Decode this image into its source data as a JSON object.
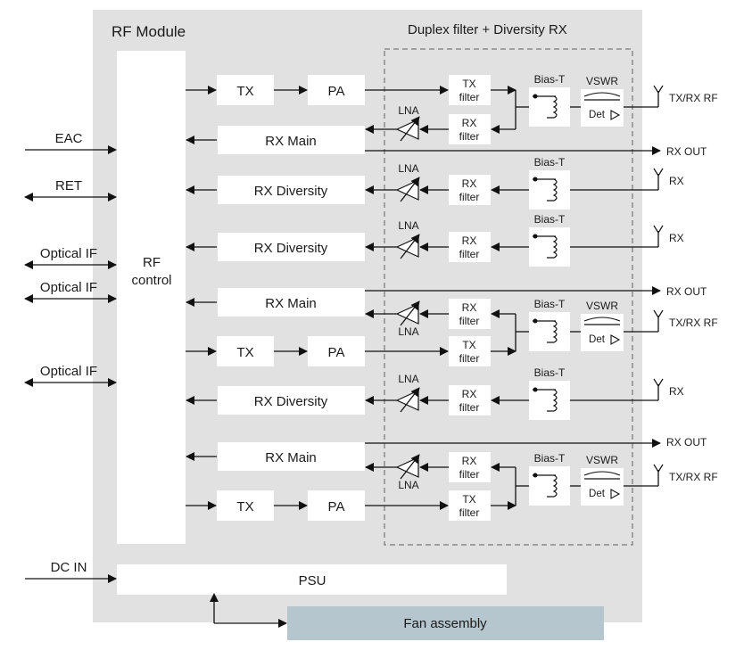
{
  "module_title": "RF Module",
  "duplex_title": "Duplex filter + Diversity RX",
  "rf_control": {
    "line1": "RF",
    "line2": "control"
  },
  "left_ios": [
    "EAC",
    "RET",
    "Optical IF",
    "Optical IF",
    "Optical IF",
    "DC IN"
  ],
  "tx_label": "TX",
  "pa_label": "PA",
  "rx_main_label": "RX Main",
  "rx_div_label": "RX Diversity",
  "lna_label": "LNA",
  "tx_filter": {
    "line1": "TX",
    "line2": "filter"
  },
  "rx_filter": {
    "line1": "RX",
    "line2": "filter"
  },
  "bias_t_label": "Bias-T",
  "vswr_label": "VSWR",
  "det_label": "Det",
  "antenna_labels": {
    "txrx": "TX/RX RF",
    "rx": "RX"
  },
  "rx_out_label": "RX OUT",
  "psu_label": "PSU",
  "fan_label": "Fan assembly",
  "colors": {
    "module_bg": "#e1e1e1",
    "fan_bg": "#b6c6cf",
    "line": "#111111",
    "dash": "#8a8a8a"
  }
}
